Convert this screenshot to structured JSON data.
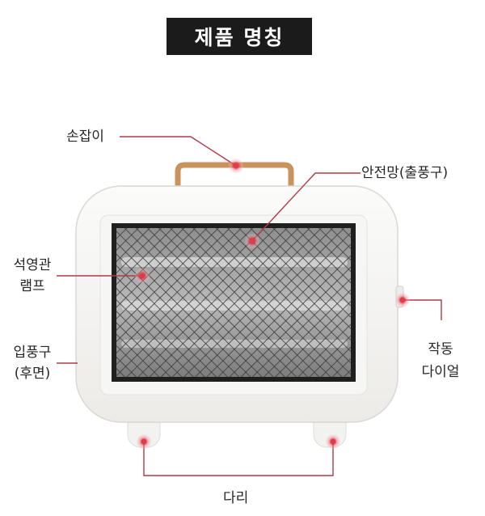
{
  "title": "제품 명칭",
  "labels": {
    "handle": "손잡이",
    "safety_net": "안전망(출풍구)",
    "quartz_lamp_line1": "석영관",
    "quartz_lamp_line2": "램프",
    "intake_line1": "입풍구",
    "intake_line2": "(후면)",
    "dial_line1": "작동",
    "dial_line2": "다이얼",
    "legs": "다리"
  },
  "colors": {
    "callout_line": "#b03a48",
    "dot": "#e23a4a",
    "heater_body": "#f4f4f2",
    "handle": "#c9935e",
    "grille": "#2b2b2b"
  }
}
